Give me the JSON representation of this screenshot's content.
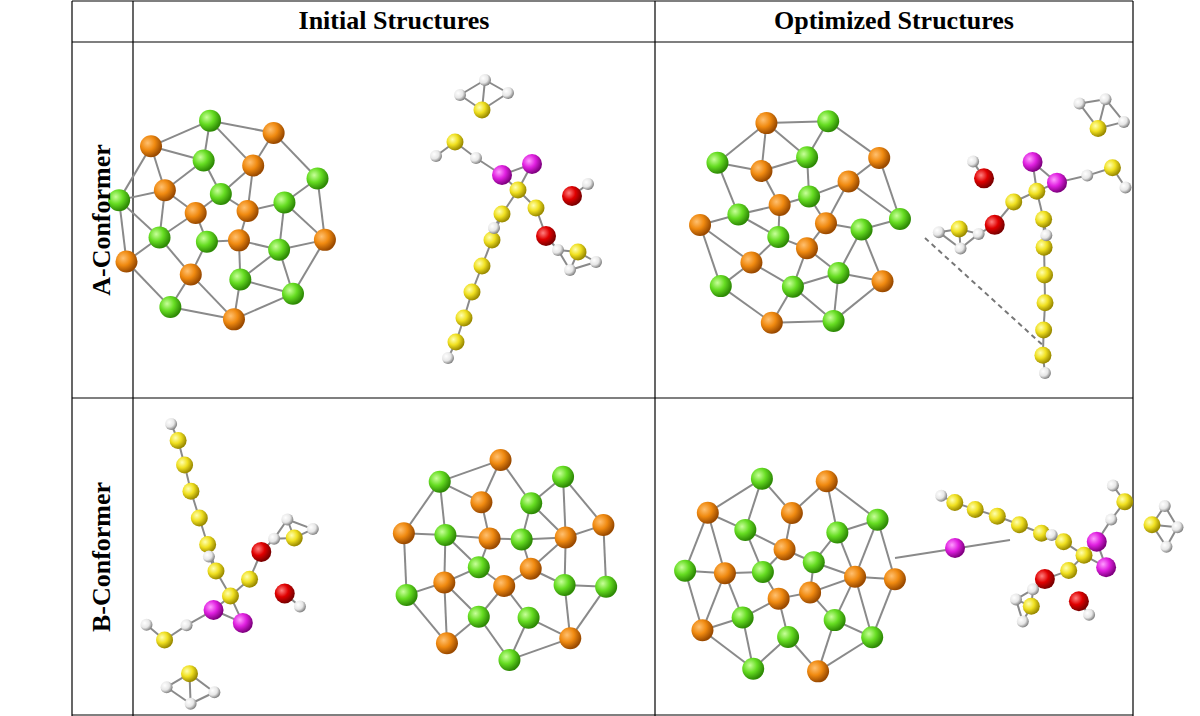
{
  "diagram": {
    "labels": [
      "Initial Structures",
      "Optimized Structures",
      "A-Conformer",
      "B-Conformer"
    ]
  }
}
